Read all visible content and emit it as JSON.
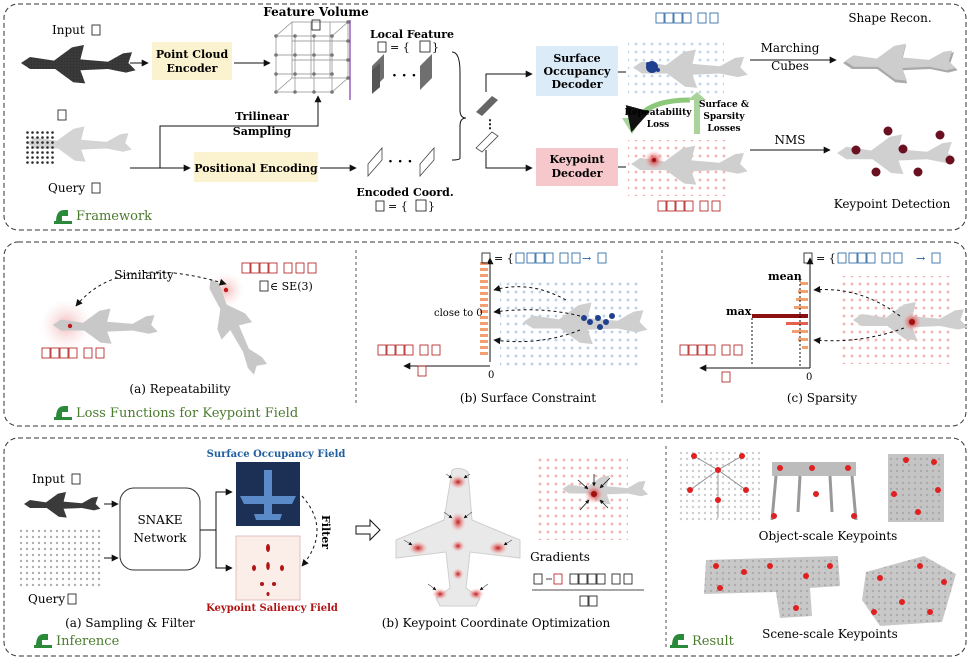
{
  "panels": {
    "framework": "Framework",
    "loss": "Loss Functions for Keypoint Field",
    "inference": "Inference",
    "result": "Result"
  },
  "framework": {
    "input_label": "Input",
    "query_label": "Query",
    "point_cloud_encoder": [
      "Point Cloud",
      "Encoder"
    ],
    "feature_volume": "Feature Volume",
    "local_feature": "Local Feature",
    "local_feature_set": "= {",
    "trilinear_sampling": [
      "Trilinear",
      "Sampling"
    ],
    "positional_encoding": "Positional Encoding",
    "encoded_coord": "Encoded Coord.",
    "encoded_coord_set": "= {",
    "surface_decoder": [
      "Surface",
      "Occupancy",
      "Decoder"
    ],
    "keypoint_decoder": [
      "Keypoint",
      "Decoder"
    ],
    "repeatability_loss": [
      "Repeatability",
      "Loss"
    ],
    "surface_sparsity_losses": [
      "Surface &",
      "Sparsity",
      "Losses"
    ],
    "marching_cubes": [
      "Marching",
      "Cubes"
    ],
    "nms": "NMS",
    "shape_recon": "Shape Recon.",
    "keypoint_detection": "Keypoint Detection"
  },
  "loss": {
    "similarity": "Similarity",
    "se3": "∈ SE(3)",
    "close_to_zero": "close to 0",
    "max": "max",
    "mean": "mean",
    "zero": "0",
    "caption_a": "(a) Repeatability",
    "caption_b": "(b) Surface Constraint",
    "caption_c": "(c) Sparsity"
  },
  "inference": {
    "input_label": "Input",
    "query_label": "Query",
    "snake_network": [
      "SNAKE",
      "Network"
    ],
    "surface_field": "Surface Occupancy Field",
    "saliency_field": "Keypoint Saliency Field",
    "filter": "Filter",
    "gradients": "Gradients",
    "caption_a": "(a) Sampling & Filter",
    "caption_b": "(b) Keypoint Coordinate Optimization"
  },
  "result": {
    "object_scale": "Object-scale Keypoints",
    "scene_scale": "Scene-scale Keypoints"
  },
  "colors": {
    "encoder_fill": "#fbf2cf",
    "surface_decoder_fill": "#dcebf8",
    "keypoint_decoder_fill": "#f7c8cb",
    "section_label": "#4a7a2c",
    "blue_math": "#1f5fa0",
    "red_math": "#b01414",
    "keypoint": "#6b1020"
  }
}
